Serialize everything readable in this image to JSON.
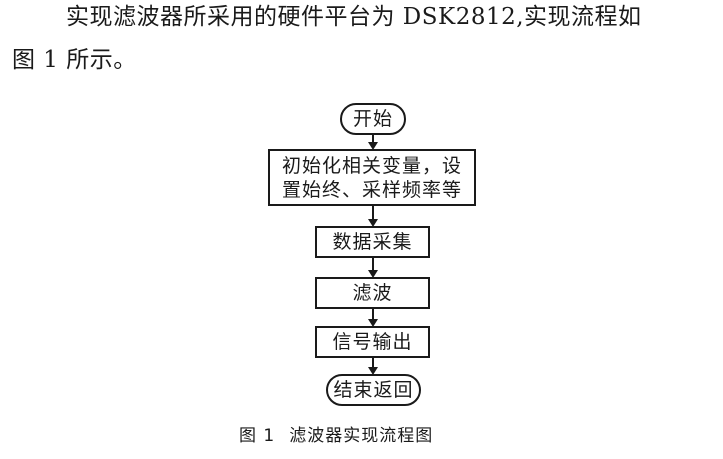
{
  "paragraph": {
    "line1": "实现滤波器所采用的硬件平台为 DSK2812,实现流程如",
    "line2": "图 1 所示。"
  },
  "flowchart": {
    "start": "开始",
    "init_line1": "初始化相关变量，设",
    "init_line2": "置始终、采样频率等",
    "acquire": "数据采集",
    "filter": "滤波",
    "output": "信号输出",
    "end": "结束返回"
  },
  "caption": {
    "number": "图 1",
    "title": "滤波器实现流程图"
  }
}
